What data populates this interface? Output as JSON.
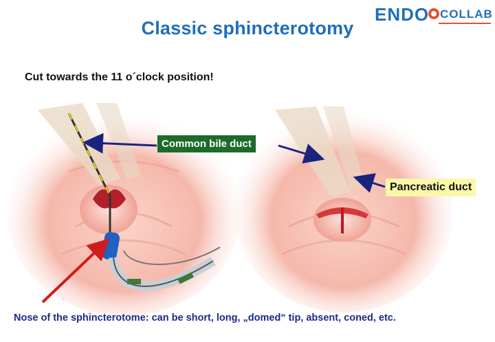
{
  "title": "Classic sphincterotomy",
  "logo": {
    "part1": "ENDO",
    "part2": "COLLAB"
  },
  "instruction": "Cut towards the 11 o´clock position!",
  "labels": {
    "common_bile_duct": "Common bile duct",
    "pancreatic_duct": "Pancreatic duct"
  },
  "caption": "Nose of the sphincterotome: can be short, long, „domed“ tip, absent, coned, etc.",
  "colors": {
    "title": "#1f6fb7",
    "label_green": "#1c6b2a",
    "label_yellow": "#fbf7a8",
    "caption": "#1c2a86",
    "arrow_navy": "#1a237e",
    "arrow_red": "#d01c1c",
    "mucosa": "#f3b5aa"
  }
}
